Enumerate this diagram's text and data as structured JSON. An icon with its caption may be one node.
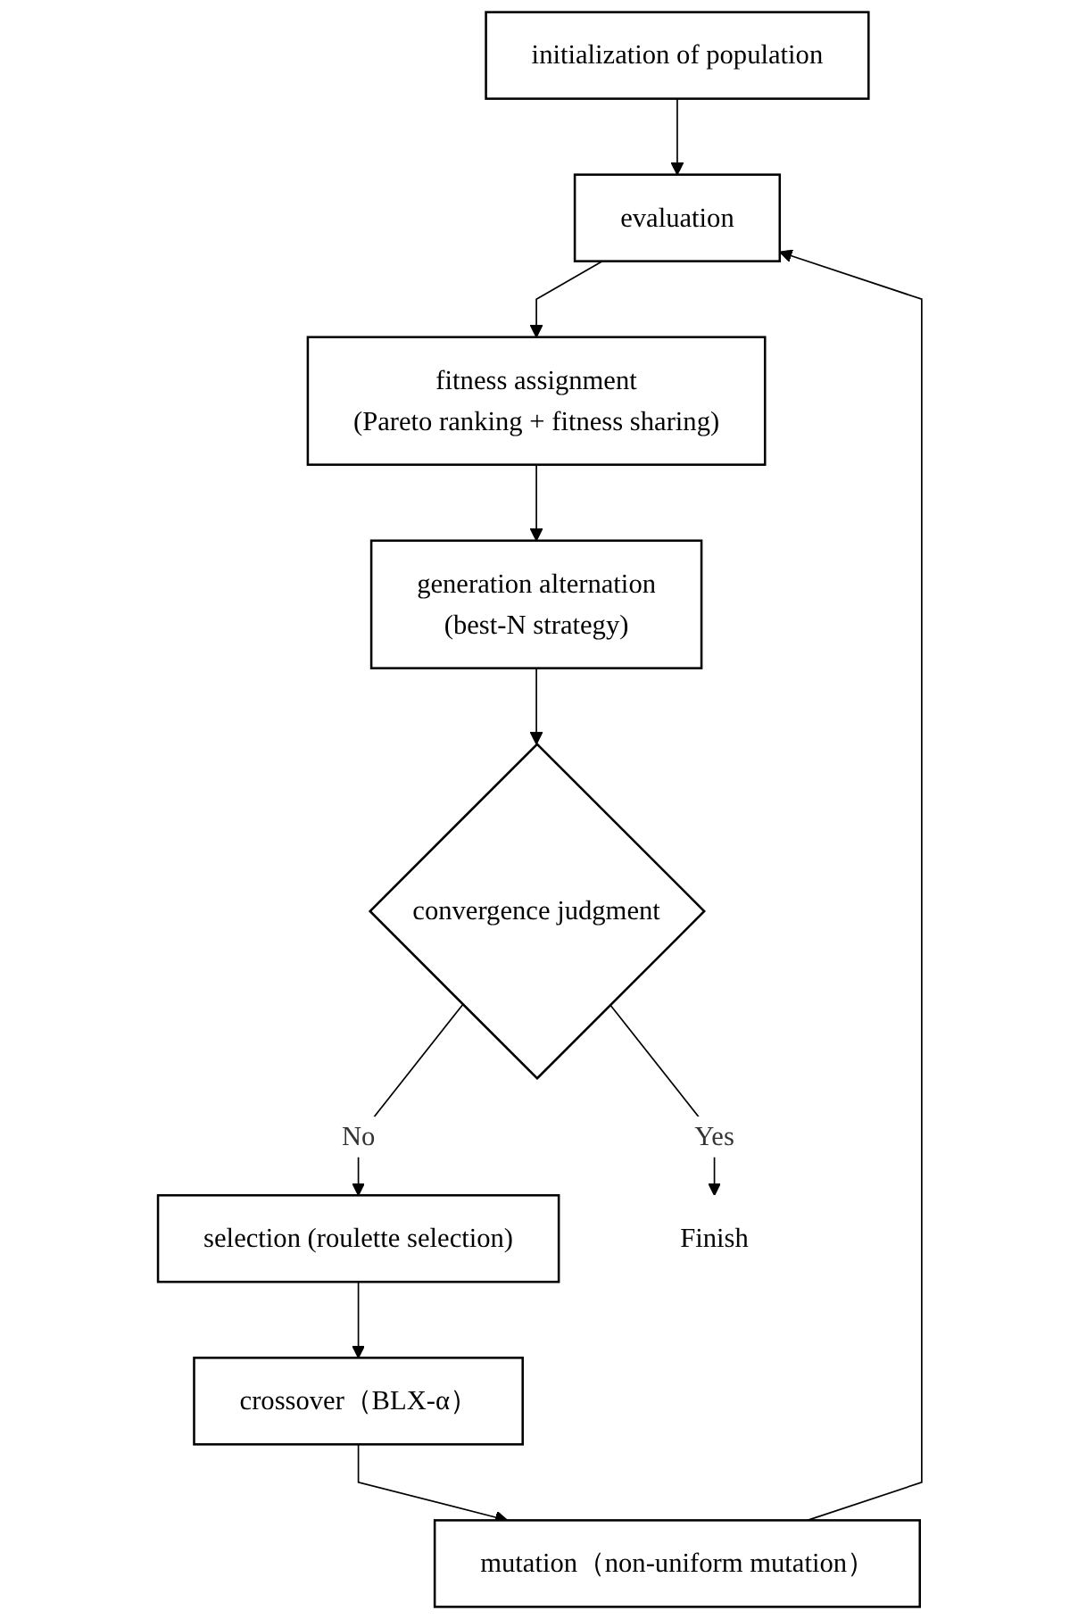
{
  "diagram": {
    "nodes": [
      {
        "text": [
          "initialization of population"
        ]
      },
      {
        "text": [
          "evaluation"
        ]
      },
      {
        "text": [
          "fitness assignment",
          "(Pareto ranking + fitness sharing)"
        ]
      },
      {
        "text": [
          "generation alternation",
          "(best-N strategy)"
        ]
      },
      {
        "text": [
          "convergence judgment"
        ]
      },
      {
        "text": [
          "selection (roulette selection)"
        ]
      },
      {
        "text": [
          "crossover（BLX-α）"
        ]
      },
      {
        "text": [
          "mutation（non-uniform mutation）"
        ]
      },
      {
        "text": [
          "Finish"
        ]
      }
    ],
    "edges": [
      {
        "from": 0,
        "to": 1,
        "arrow": "to"
      },
      {
        "from": 1,
        "to": 2,
        "arrow": "to"
      },
      {
        "from": 2,
        "to": 3,
        "arrow": "to"
      },
      {
        "from": 3,
        "to": 4,
        "arrow": "to"
      },
      {
        "from": 4,
        "to": 5,
        "label": "No",
        "arrow": "to"
      },
      {
        "from": 5,
        "to": 6,
        "arrow": "to"
      },
      {
        "from": 6,
        "to": 7,
        "arrow": "to"
      },
      {
        "from": 7,
        "to": 1,
        "arrow": "to"
      },
      {
        "from": 4,
        "to": 8,
        "label": "Yes",
        "arrow": "to"
      }
    ]
  }
}
